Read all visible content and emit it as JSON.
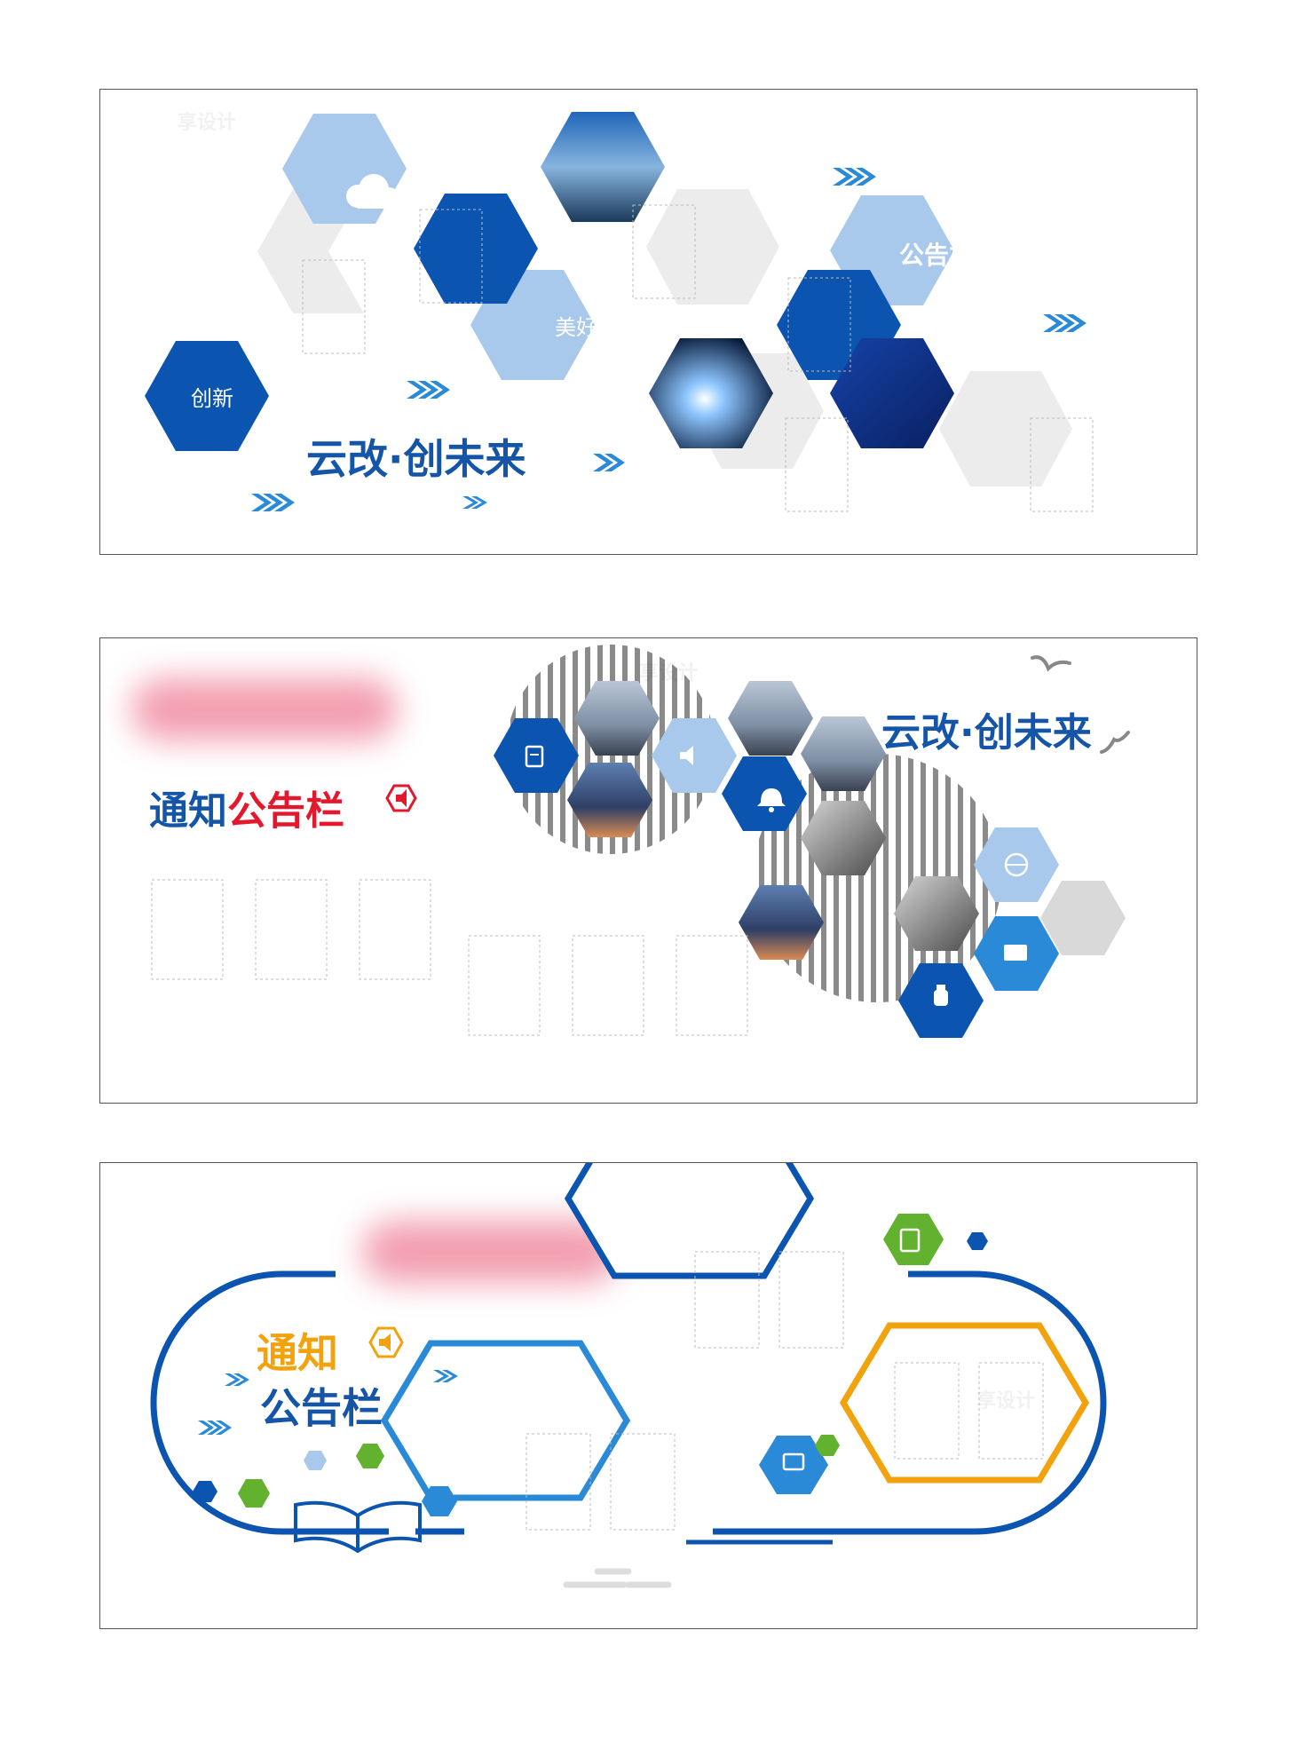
{
  "panel1": {
    "hex_labels": {
      "innovate": "创新",
      "beautiful": "美好",
      "bulletin": "公告栏"
    },
    "slogan": "云改·创未来"
  },
  "panel2": {
    "slogan": "云改·创未来",
    "title_blue": "通知",
    "title_red": "公告栏"
  },
  "panel3": {
    "title_line1": "通知",
    "title_line2": "公告栏"
  },
  "watermark": "享设计",
  "colors": {
    "dark_blue": "#0b55b0",
    "mid_blue": "#2a8ad8",
    "light_blue": "#a8c8ec",
    "pale_gray": "#ececec",
    "red": "#e3182d",
    "orange": "#f2a20d",
    "green": "#62b22f",
    "title_blue": "#1455a8"
  },
  "icons": [
    "cloud-sync-icon",
    "edit-icon",
    "speaker-icon",
    "bell-icon",
    "globe-icon",
    "message-icon",
    "ink-bottle-icon",
    "open-book-icon",
    "image-icon",
    "chevron-arrow-icon",
    "bird-icon"
  ]
}
